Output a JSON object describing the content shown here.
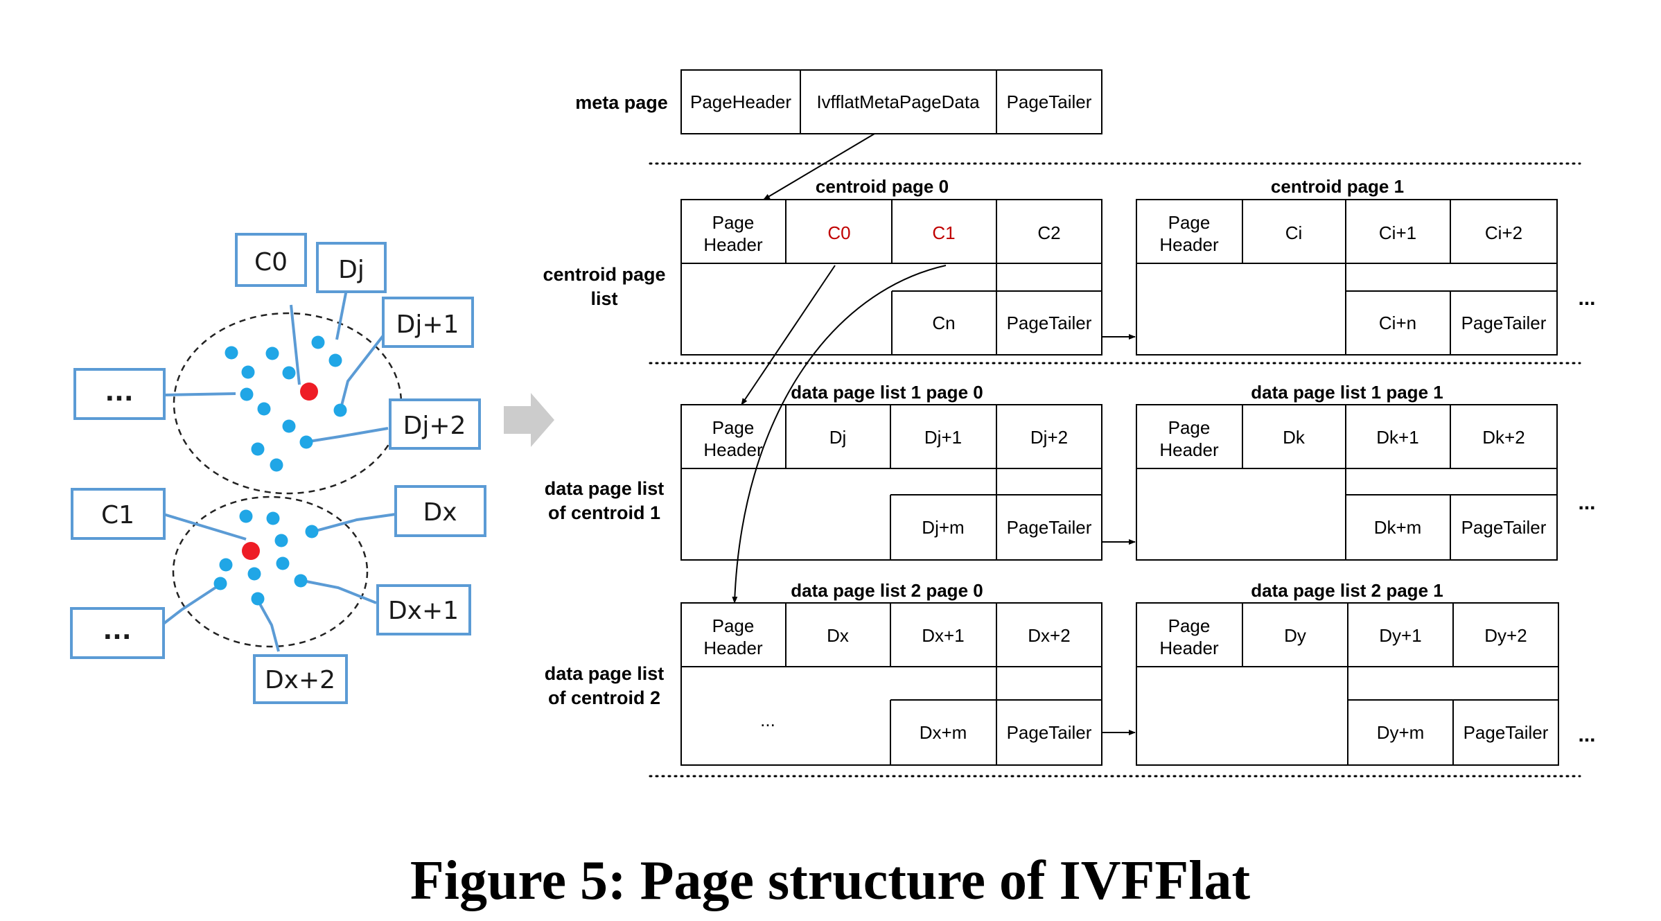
{
  "caption": "Figure 5: Page structure of IVFFlat",
  "colors": {
    "centroid": "#ee1c25",
    "vector": "#20a6e6",
    "tag_border": "#5b9bd5",
    "arrow": "#cccccc",
    "highlight_text": "#c00000"
  },
  "clusters": [
    {
      "centroid": "C0",
      "vectors": [
        "Dj",
        "Dj+1",
        "Dj+2"
      ],
      "more": "..."
    },
    {
      "centroid": "C1",
      "vectors": [
        "Dx",
        "Dx+1",
        "Dx+2"
      ],
      "more": "..."
    }
  ],
  "meta_page": {
    "label": "meta page",
    "cells": [
      "PageHeader",
      "IvfflatMetaPageData",
      "PageTailer"
    ]
  },
  "centroid_list": {
    "label": [
      "centroid page",
      "list"
    ],
    "pages": [
      {
        "title": "centroid page 0",
        "header": [
          "Page",
          "Header"
        ],
        "top": [
          "C0",
          "C1",
          "C2"
        ],
        "bottom": [
          "Cn",
          "PageTailer"
        ],
        "filler": ""
      },
      {
        "title": "centroid page 1",
        "header": [
          "Page",
          "Header"
        ],
        "top": [
          "Ci",
          "Ci+1",
          "Ci+2"
        ],
        "bottom": [
          "Ci+n",
          "PageTailer"
        ],
        "filler": ""
      }
    ],
    "more": "..."
  },
  "data_list_1": {
    "label": [
      "data page list",
      "of centroid 1"
    ],
    "pages": [
      {
        "title": "data page list 1 page 0",
        "header": [
          "Page",
          "Header"
        ],
        "top": [
          "Dj",
          "Dj+1",
          "Dj+2"
        ],
        "bottom": [
          "Dj+m",
          "PageTailer"
        ],
        "filler": ""
      },
      {
        "title": "data page list 1 page 1",
        "header": [
          "Page",
          "Header"
        ],
        "top": [
          "Dk",
          "Dk+1",
          "Dk+2"
        ],
        "bottom": [
          "Dk+m",
          "PageTailer"
        ],
        "filler": ""
      }
    ],
    "more": "..."
  },
  "data_list_2": {
    "label": [
      "data page list",
      "of centroid 2"
    ],
    "pages": [
      {
        "title": "data page list 2 page 0",
        "header": [
          "Page",
          "Header"
        ],
        "top": [
          "Dx",
          "Dx+1",
          "Dx+2"
        ],
        "bottom": [
          "Dx+m",
          "PageTailer"
        ],
        "filler": "..."
      },
      {
        "title": "data page list 2 page 1",
        "header": [
          "Page",
          "Header"
        ],
        "top": [
          "Dy",
          "Dy+1",
          "Dy+2"
        ],
        "bottom": [
          "Dy+m",
          "PageTailer"
        ],
        "filler": ""
      }
    ],
    "more": "..."
  }
}
